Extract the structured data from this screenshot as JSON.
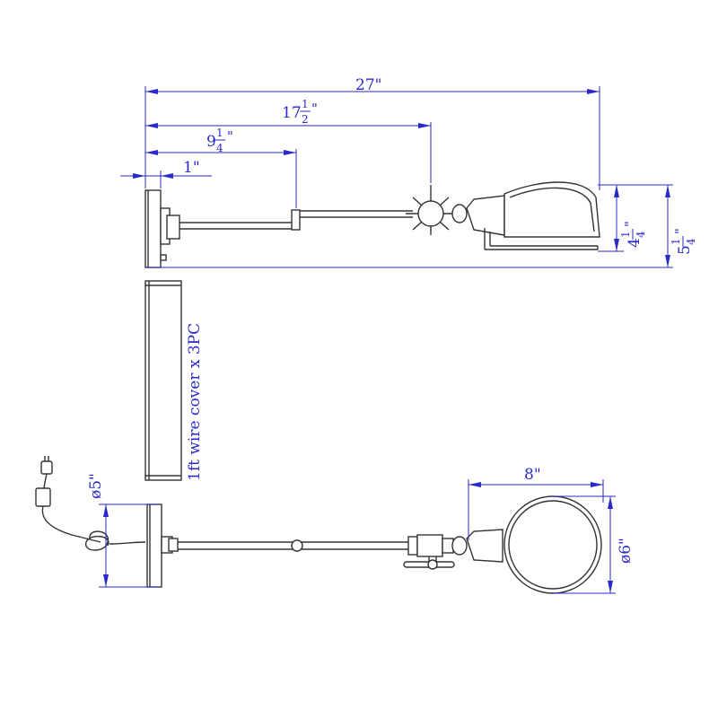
{
  "dimensions": {
    "overall_length": "27\"",
    "joint_length": {
      "whole": "17",
      "num": "1",
      "den": "2",
      "mark": "\""
    },
    "elbow_length": {
      "whole": "9",
      "num": "1",
      "den": "4",
      "mark": "\""
    },
    "backplate_depth": "1\"",
    "shade_height": {
      "whole": "4",
      "num": "1",
      "den": "4",
      "mark": "\""
    },
    "total_height": {
      "whole": "5",
      "num": "1",
      "den": "4",
      "mark": "\""
    },
    "backplate_diameter": "ø5\"",
    "shade_length": "8\"",
    "shade_diameter": "ø6\""
  },
  "notes": {
    "wire_cover": "1ft wire cover x 3PC"
  },
  "colors": {
    "dimension": "#2a2ac8",
    "outline": "#333333",
    "background": "#ffffff"
  }
}
